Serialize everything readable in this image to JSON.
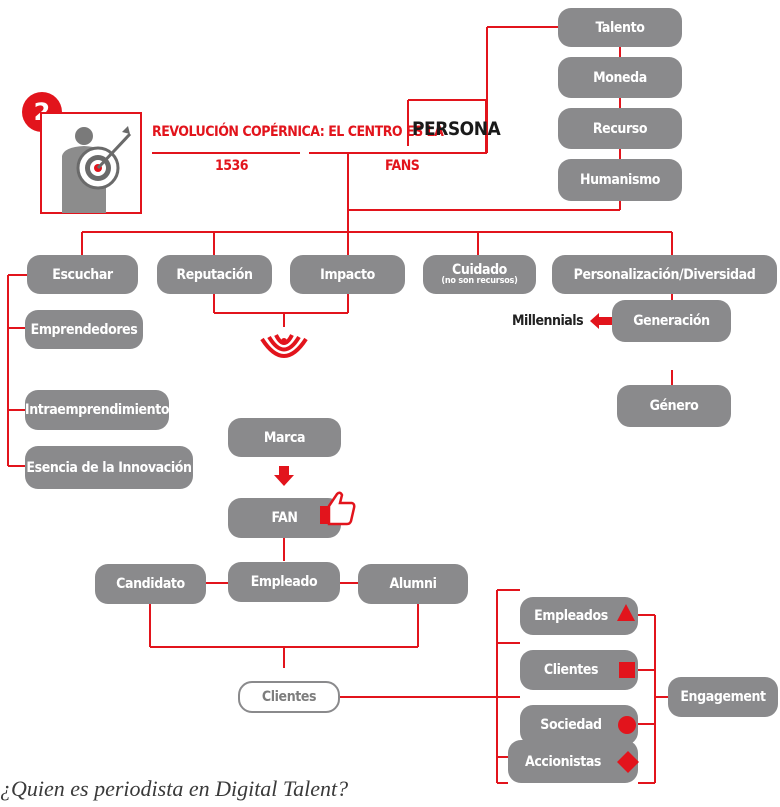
{
  "badge": "2",
  "header": {
    "title": "REVOLUCIÓN COPÉRNICA: EL CENTRO ES LA",
    "highlight": "PERSONA",
    "year": "1536",
    "fans": "FANS"
  },
  "right_column": [
    "Talento",
    "Moneda",
    "Recurso",
    "Humanismo"
  ],
  "branches": {
    "escuchar": "Escuchar",
    "reputacion": "Reputación",
    "impacto": "Impacto",
    "cuidado": "Cuidado",
    "cuidado_sub": "(no son recursos)",
    "personalizacion": "Personalización/Diversidad"
  },
  "escuchar_items": [
    "Emprendedores",
    "Intraemprendimiento",
    "Esencia de la Innovación"
  ],
  "personalizacion_items": {
    "generacion": "Generación",
    "genero": "Género",
    "millennials": "Millennials"
  },
  "center_flow": {
    "marca": "Marca",
    "fan": "FAN",
    "candidato": "Candidato",
    "empleado": "Empleado",
    "alumni": "Alumni",
    "clientes": "Clientes"
  },
  "stakeholders": [
    "Empleados",
    "Clientes",
    "Sociedad",
    "Accionistas"
  ],
  "engagement": "Engagement",
  "question": "¿Quien es periodista en Digital Talent?",
  "colors": {
    "accent": "#e2141c",
    "box": "#8a8a8c",
    "text_dark": "#222222"
  },
  "icons": [
    "businessman-target-icon",
    "signal-waves-icon",
    "down-arrow-icon",
    "thumbs-up-icon",
    "left-arrow-icon",
    "triangle-icon",
    "square-icon",
    "circle-icon",
    "diamond-icon"
  ]
}
